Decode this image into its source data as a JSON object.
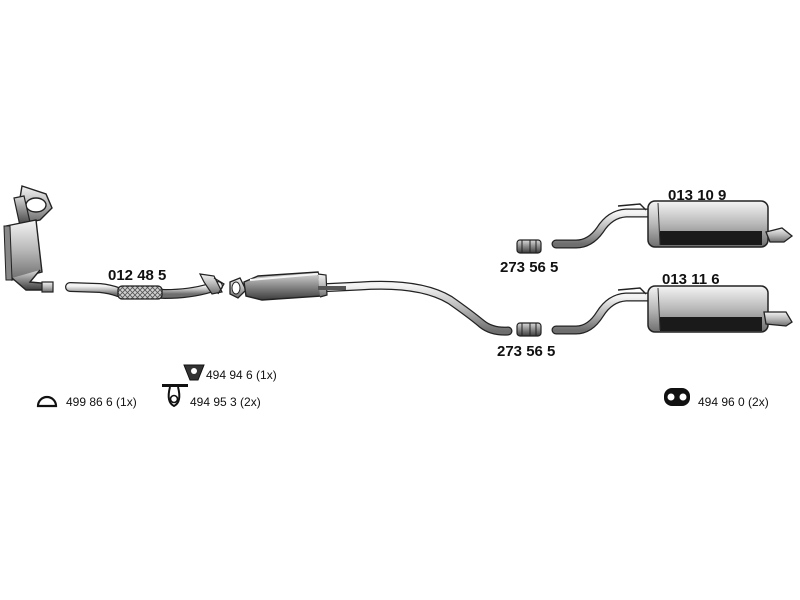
{
  "parts": {
    "front_pipe": "012 48 5",
    "rear_silencer_upper": "013 10 9",
    "rear_silencer_lower": "013 11 6",
    "clamp_upper": "273 56 5",
    "clamp_lower": "273 56 5"
  },
  "accessories": {
    "gasket": "494 94 6 (1x)",
    "rubber_ring": "499 86 6 (1x)",
    "hanger": "494 95 3 (2x)",
    "rubber_mount": "494 96 0 (2x)"
  }
}
